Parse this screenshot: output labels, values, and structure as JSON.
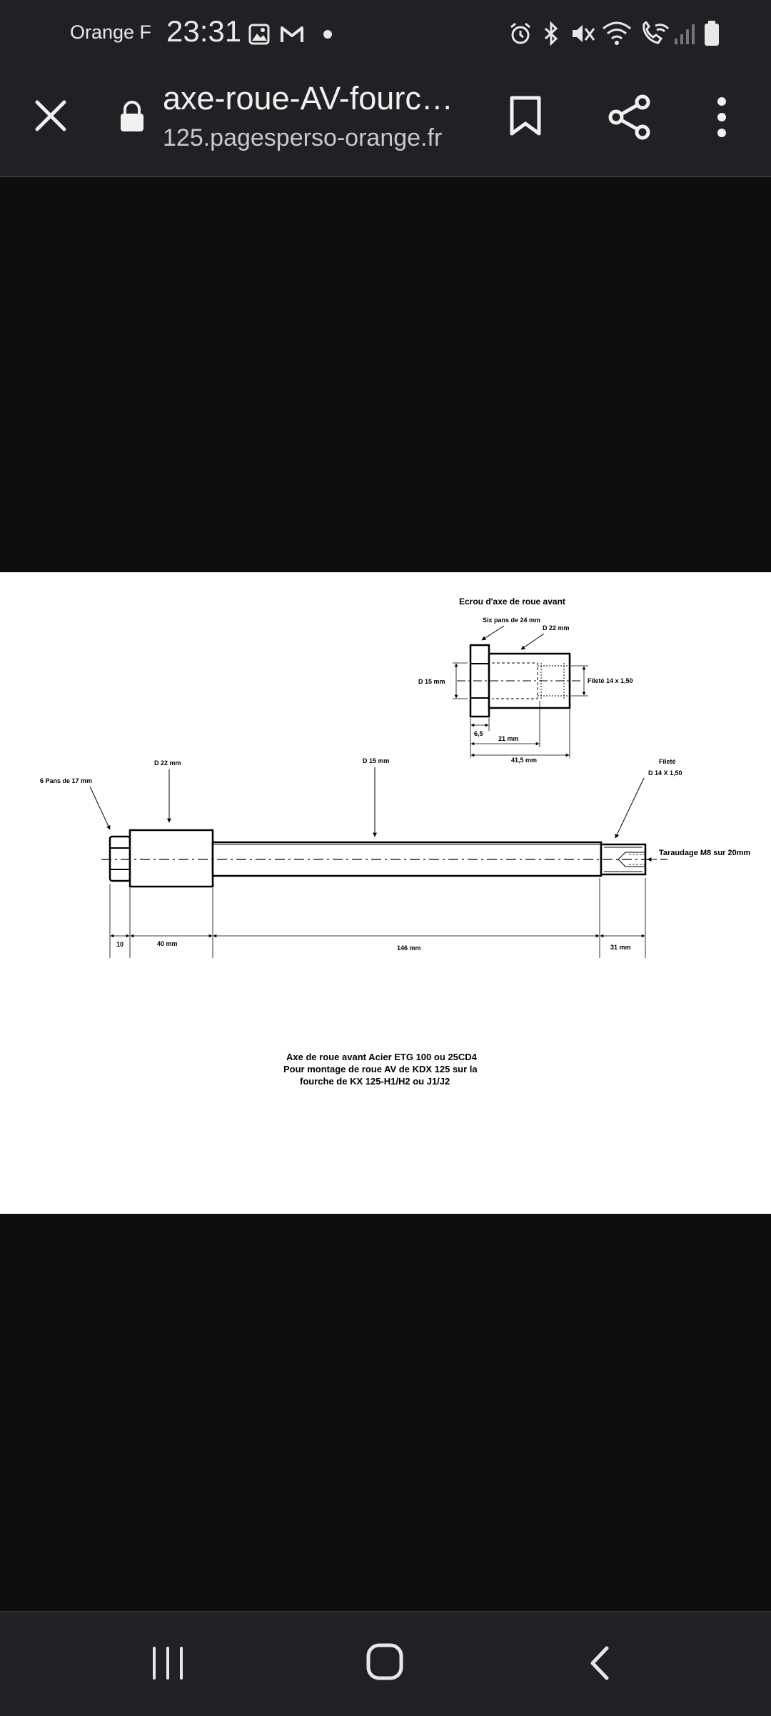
{
  "status_bar": {
    "carrier": "Orange F",
    "time": "23:31",
    "icons": [
      "gallery-notification-icon",
      "gmail-notification-icon",
      "dot-icon",
      "alarm-icon",
      "bluetooth-icon",
      "vibrate-mute-icon",
      "wifi-icon",
      "wifi-call-icon",
      "signal-icon",
      "battery-icon"
    ]
  },
  "toolbar": {
    "page_title": "axe-roue-AV-fourc…",
    "domain": "125.pagesperso-orange.fr",
    "icons": [
      "close-icon",
      "lock-icon",
      "bookmark-icon",
      "share-icon",
      "more-vert-icon"
    ]
  },
  "drawing": {
    "nut_title": "Ecrou d'axe de roue avant",
    "nut_hex": "Six pans de 24 mm",
    "nut_d22": "D 22 mm",
    "nut_d15": "D 15 mm",
    "nut_thread": "Fileté 14 x 1,50",
    "nut_dim_65": "6,5",
    "nut_dim_21": "21 mm",
    "nut_dim_415": "41,5 mm",
    "axle_hex": "6 Pans de 17 mm",
    "axle_d22": "D 22 mm",
    "axle_d15": "D 15 mm",
    "axle_thread_1": "Fileté",
    "axle_thread_2": "D 14 X 1,50",
    "axle_tap": "Taraudage M8 sur 20mm",
    "dim_10": "10",
    "dim_40": "40 mm",
    "dim_146": "146 mm",
    "dim_31": "31 mm",
    "caption_1": "Axe de roue avant Acier ETG 100 ou 25CD4",
    "caption_2": "Pour montage de roue AV de KDX 125 sur la",
    "caption_3": "fourche de KX 125-H1/H2 ou J1/J2"
  },
  "nav_bar": {
    "icons": [
      "recent-apps-icon",
      "home-icon",
      "back-icon"
    ]
  },
  "colors": {
    "bar_background": "#202124",
    "page_background": "#0e0e0e",
    "image_background": "#ffffff"
  }
}
